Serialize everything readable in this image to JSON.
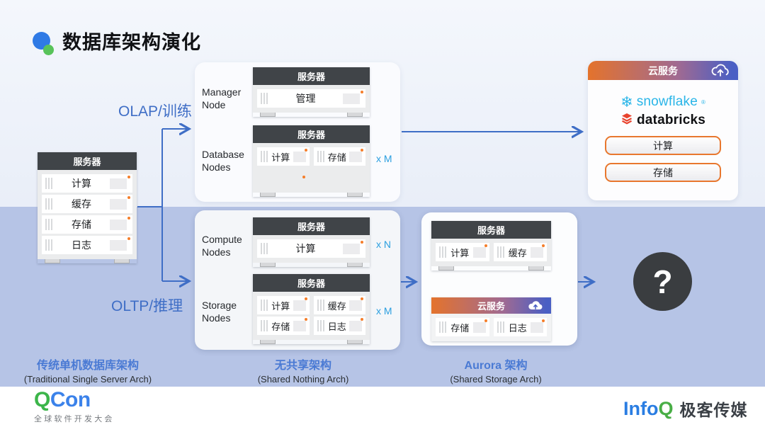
{
  "title": "数据库架构演化",
  "flow": {
    "olap_label": "OLAP/训练",
    "oltp_label": "OLTP/推理"
  },
  "server_header": "服务器",
  "cloud_header": "云服务",
  "stage1": {
    "rows": [
      "计算",
      "缓存",
      "存储",
      "日志"
    ],
    "caption_zh": "传统单机数据库架构",
    "caption_en": "(Traditional Single Server Arch)"
  },
  "stage2": {
    "manager_node_label": "Manager Node",
    "manager_row": "管理",
    "database_nodes_label": "Database Nodes",
    "database_cells": [
      "计算",
      "存储"
    ],
    "database_multiplier": "x M",
    "compute_nodes_label": "Compute Nodes",
    "compute_row": "计算",
    "compute_multiplier": "x N",
    "storage_nodes_label": "Storage Nodes",
    "storage_cells": [
      "计算",
      "缓存",
      "存储",
      "日志"
    ],
    "storage_multiplier": "x M",
    "caption_zh": "无共享架构",
    "caption_en": "(Shared Nothing Arch)"
  },
  "stage3": {
    "server_cells": [
      "计算",
      "缓存"
    ],
    "cloud_cells": [
      "存储",
      "日志"
    ],
    "caption_zh": "Aurora 架构",
    "caption_en": "(Shared Storage Arch)"
  },
  "cloud_panel": {
    "snowflake_icon": "❄",
    "snowflake_label": "snowflake",
    "snowflake_reg": "®",
    "databricks_label": "databricks",
    "compute_button": "计算",
    "storage_button": "存储"
  },
  "future": {
    "question_mark": "?"
  },
  "footer": {
    "qcon_q": "Q",
    "qcon_con": "Con",
    "qcon_subtitle": "全球软件开发大会",
    "infoq_info": "Info",
    "infoq_q": "Q",
    "infoq_media": "极客传媒"
  },
  "colors": {
    "accent_blue": "#3f6ec6",
    "multiplier_blue": "#2b9fe0",
    "led_orange": "#f57e2a",
    "server_header_bg": "#404448",
    "snowflake_blue": "#29b5e8",
    "databricks_red": "#e8432e",
    "qcon_green": "#3cb54a",
    "qcon_blue": "#3b82ea"
  }
}
